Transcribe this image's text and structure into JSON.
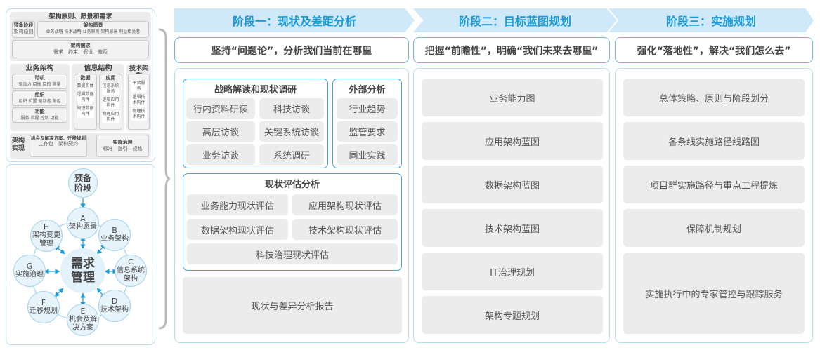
{
  "left_top": {
    "title": "架构原则、愿景和需求",
    "prep": {
      "title": "预备阶段",
      "items": "架构原则"
    },
    "vision": {
      "title": "架构愿景",
      "items": "业务战略 技术战略 业务原则 架构愿景 利益相关者"
    },
    "req": {
      "title": "架构需求",
      "items": "需求　约束　假设　差距"
    },
    "biz": {
      "title": "业务架构",
      "groups": [
        {
          "title": "动机",
          "items": "驱动力 目标 目的 测量"
        },
        {
          "title": "组织",
          "items": "组织 位置 驱动者 角色"
        },
        {
          "title": "功能",
          "items": "服务 流程 控制 功能"
        }
      ]
    },
    "info": {
      "title": "信息结构",
      "data": {
        "title": "数据",
        "items": [
          "数据实体",
          "逻辑数据构件",
          "物理数据构件"
        ]
      },
      "app": {
        "title": "应用",
        "items": [
          "信息系统服务",
          "逻辑应用构件",
          "物理应用构件"
        ]
      }
    },
    "tech": {
      "title": "技术架构",
      "items": [
        "平台服务",
        "逻辑技术构件",
        "物理技术构件"
      ]
    },
    "impl": {
      "title": "架构实现",
      "opp": {
        "title": "机会及解决方案、迁移规划",
        "items": "工作包　架构契约"
      },
      "gov": {
        "title": "实施治理",
        "items": "标准　指引　规格"
      }
    }
  },
  "cycle": {
    "center": "需求管理",
    "prep": "预备阶段",
    "phases": [
      {
        "letter": "A",
        "label": "架构愿景"
      },
      {
        "letter": "B",
        "label": "业务架构"
      },
      {
        "letter": "C",
        "label": "信息系统架构"
      },
      {
        "letter": "D",
        "label": "技术架构"
      },
      {
        "letter": "E",
        "label": "机会及解决方案"
      },
      {
        "letter": "F",
        "label": "迁移规划"
      },
      {
        "letter": "G",
        "label": "实施治理"
      },
      {
        "letter": "H",
        "label": "架构变更管理"
      }
    ]
  },
  "stages": [
    {
      "title": "阶段一：现状及差距分析",
      "subtitle": "坚持“问题论”，分析我们当前在哪里",
      "strategy": {
        "title": "战略解读和现状调研",
        "items": [
          "行内资料研读",
          "科技访谈",
          "高层访谈",
          "关键系统访谈",
          "业务访谈",
          "系统调研"
        ]
      },
      "external": {
        "title": "外部分析",
        "items": [
          "行业趋势",
          "监管要求",
          "同业实践"
        ]
      },
      "assess": {
        "title": "现状评估分析",
        "items": [
          "业务能力现状评估",
          "应用架构现状评估",
          "数据架构现状评估",
          "技术架构现状评估",
          "科技治理现状评估"
        ]
      },
      "report": "现状与差异分析报告"
    },
    {
      "title": "阶段二：目标蓝图规划",
      "subtitle": "把握“前瞻性”，明确“我们未来去哪里”",
      "items": [
        "业务能力图",
        "应用架构蓝图",
        "数据架构蓝图",
        "技术架构蓝图",
        "IT治理规划",
        "架构专题规划"
      ]
    },
    {
      "title": "阶段三：实施规划",
      "subtitle": "强化“落地性”，解决“我们怎么去”",
      "items": [
        "总体策略、原则与阶段划分",
        "各条线实施路径线路图",
        "项目群实施路径与重点工程提炼",
        "保障机制规划",
        "实施执行中的专家管控与跟踪服务"
      ]
    }
  ],
  "colors": {
    "header_bg": "#cfe9f8",
    "header_text": "#1a9ad6",
    "border": "#3fa3d8",
    "item_bg": "#ececec"
  }
}
